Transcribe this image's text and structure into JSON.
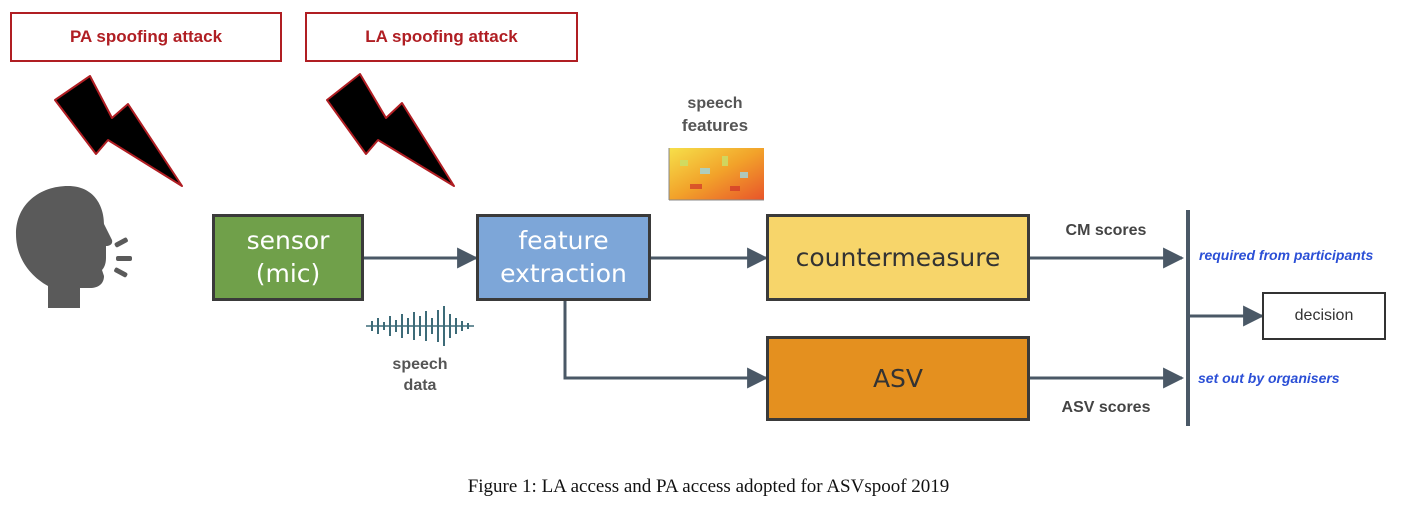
{
  "attacks": {
    "pa_label": "PA spoofing attack",
    "la_label": "LA spoofing attack"
  },
  "blocks": {
    "sensor_line1": "sensor",
    "sensor_line2": "(mic)",
    "feature_line1": "feature",
    "feature_line2": "extraction",
    "countermeasure": "countermeasure",
    "asv": "ASV",
    "decision": "decision"
  },
  "labels": {
    "speech_features_line1": "speech",
    "speech_features_line2": "features",
    "speech_data_line1": "speech",
    "speech_data_line2": "data",
    "cm_scores": "CM scores",
    "asv_scores": "ASV scores",
    "required_from_participants": "required from participants",
    "set_out_by_organisers": "set out by organisers"
  },
  "caption": "Figure 1: LA access and PA access adopted for ASVspoof 2019",
  "colors": {
    "attack_red": "#b01e23",
    "sensor_green": "#70a04a",
    "feature_blue": "#7da6d8",
    "countermeasure_yellow": "#f7d56a",
    "asv_orange": "#e4901f",
    "arrow": "#4a5866",
    "note_blue": "#2b4fd6"
  },
  "icons": {
    "speaker": "speaking-head-icon",
    "lightning": "lightning-bolt-icon",
    "waveform": "waveform-icon",
    "spectrogram": "spectrogram-icon"
  }
}
